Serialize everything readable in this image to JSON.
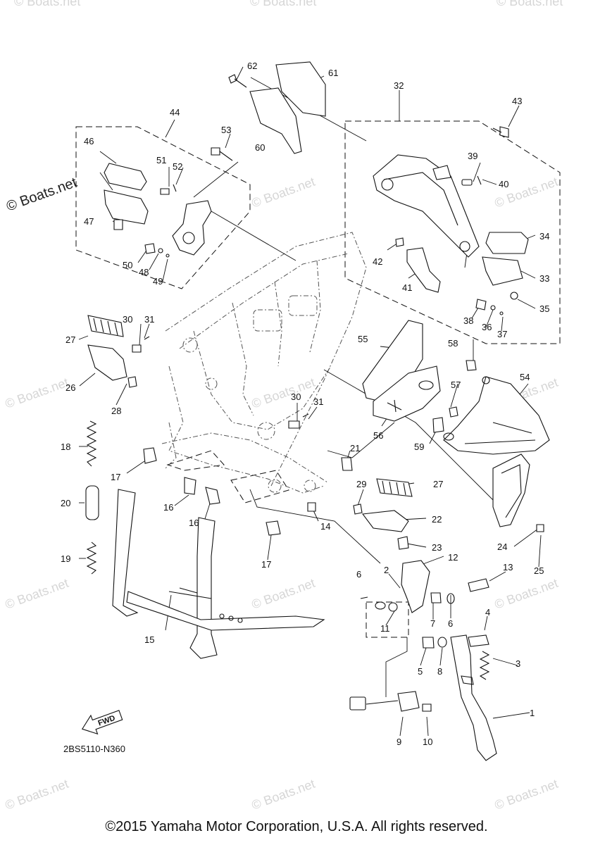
{
  "diagram": {
    "reference_code": "2BS5110-N360",
    "fwd_label": "FWD",
    "copyright": "©2015 Yamaha Motor Corporation, U.S.A. All rights reserved.",
    "watermark": "© Boats.net",
    "watermark_prominent": "© Boats.net",
    "callouts": {
      "c1": "1",
      "c2": "2",
      "c3": "3",
      "c4": "4",
      "c5": "5",
      "c6a": "6",
      "c6b": "6",
      "c7": "7",
      "c8": "8",
      "c9": "9",
      "c10": "10",
      "c11": "11",
      "c12": "12",
      "c13": "13",
      "c14": "14",
      "c15": "15",
      "c16a": "16",
      "c16b": "16",
      "c17a": "17",
      "c17b": "17",
      "c18": "18",
      "c19": "19",
      "c20": "20",
      "c21": "21",
      "c22": "22",
      "c23": "23",
      "c24": "24",
      "c25": "25",
      "c26": "26",
      "c27a": "27",
      "c27b": "27",
      "c28": "28",
      "c29": "29",
      "c30a": "30",
      "c30b": "30",
      "c31a": "31",
      "c31b": "31",
      "c32": "32",
      "c33": "33",
      "c34": "34",
      "c35": "35",
      "c36": "36",
      "c37": "37",
      "c38": "38",
      "c39": "39",
      "c40": "40",
      "c41": "41",
      "c42": "42",
      "c43": "43",
      "c44": "44",
      "c46": "46",
      "c47": "47",
      "c48": "48",
      "c49": "49",
      "c50": "50",
      "c51": "51",
      "c52": "52",
      "c53": "53",
      "c54": "54",
      "c55": "55",
      "c56": "56",
      "c57": "57",
      "c58": "58",
      "c59": "59",
      "c60": "60",
      "c61": "61",
      "c62": "62"
    }
  }
}
